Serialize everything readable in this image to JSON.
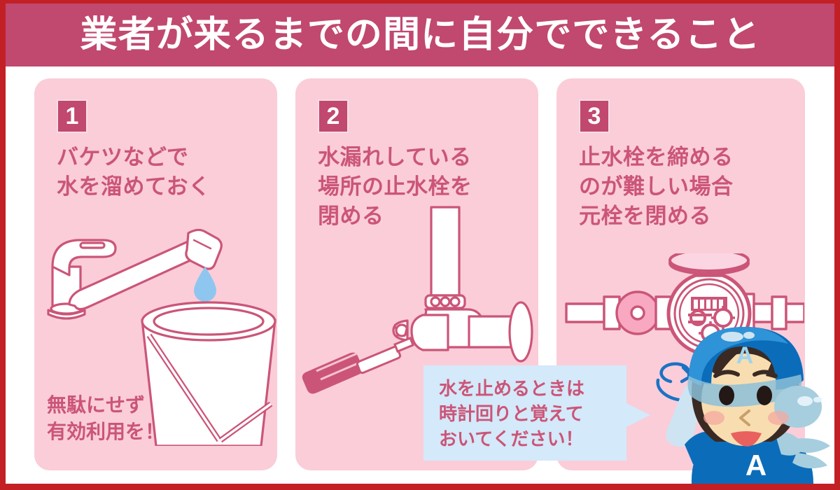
{
  "header": {
    "title": "業者が来るまでの間に自分でできること",
    "background_color": "#c1486e",
    "text_color": "#ffffff"
  },
  "frame": {
    "border_color": "#c32026",
    "page_background": "#ffffff"
  },
  "theme": {
    "panel_background": "#facdd9",
    "accent_pink": "#cb5578",
    "badge_background": "#c1486e",
    "line_art_color": "#cb5578",
    "illustration_fill": "#ffffff",
    "water_drop_color": "#8fc6ef",
    "bubble_background": "#d4e9f9",
    "character_blue": "#0b6dba",
    "character_light_blue": "#b8d9ea",
    "character_skin": "#f8ddb0"
  },
  "panels": [
    {
      "number": "1",
      "heading": "バケツなどで\n水を溜めておく",
      "footnote": "無駄にせず\n有効利用を！",
      "illustration": "faucet-dripping-into-bucket"
    },
    {
      "number": "2",
      "heading": "水漏れしている\n場所の止水栓を\n閉める",
      "footnote": "",
      "illustration": "angle-stop-valve-with-screwdriver"
    },
    {
      "number": "3",
      "heading": "止水栓を締める\nのが難しい場合\n元栓を閉める",
      "footnote": "",
      "illustration": "water-meter-with-shutoff-valve"
    }
  ],
  "speech_bubble": {
    "text": "水を止めるときは\n時計回りと覚えて\nおいてください！"
  },
  "character": {
    "cap_letter": "A",
    "uniform_letter": "A",
    "gesture": "pointing-up-with-clockwise-arrow"
  }
}
